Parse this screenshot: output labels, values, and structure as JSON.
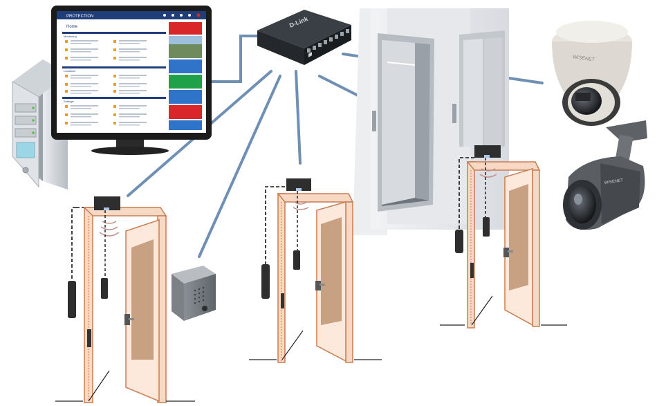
{
  "monitor": {
    "app_name": "PROTECTION",
    "screen_title": "Home",
    "section_labels": [
      "Monitoring",
      "Locations",
      "Settings"
    ]
  },
  "network_switch": {
    "brand": "D-Link"
  },
  "camera": {
    "brand": "WISENET"
  },
  "colors": {
    "link_line": "#6f8fb5",
    "door_frame": "#f6d8c4",
    "door_edge": "#c87e52",
    "door_panel": "#c8a082",
    "reader_dark": "#2e2e2e",
    "monitor_bezel": "#1b1b1b",
    "status_red": "#d8262a",
    "status_green": "#1fa14a",
    "status_blue": "#2f74c9"
  },
  "icons": [
    "server-tower-icon",
    "monitor-icon",
    "network-switch-icon",
    "elevator-icon",
    "dome-camera-icon",
    "bullet-camera-icon",
    "intercom-icon",
    "door-icon",
    "card-reader-icon",
    "door-contact-icon",
    "rfid-waves-icon"
  ]
}
